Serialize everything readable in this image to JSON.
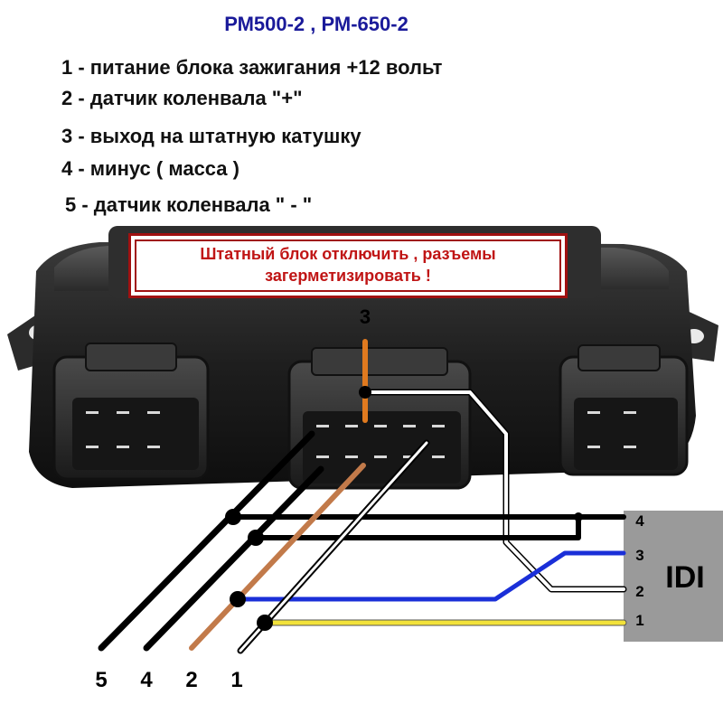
{
  "title": "РМ500-2 , РМ-650-2",
  "legend": [
    "1 - питание блока зажигания +12 вольт",
    "2 - датчик коленвала \"+\"",
    "3 - выход на штатную катушку",
    "4 - минус ( масса )",
    "5 - датчик коленвала \" - \""
  ],
  "warning": {
    "line1": "Штатный блок отключить , разъемы",
    "line2": "загерметизировать !"
  },
  "top_pin_label": "3",
  "idi": {
    "label": "IDI",
    "pins": [
      "4",
      "3",
      "2",
      "1"
    ]
  },
  "bottom_labels": [
    "5",
    "4",
    "2",
    "1"
  ],
  "colors": {
    "title": "#1a1a9a",
    "warning_text": "#c01515",
    "warning_border": "#a01010",
    "wire_orange": "#e07a1f",
    "wire_brown": "#c27a4a",
    "wire_blue": "#1a2fd8",
    "wire_yellow": "#f2e23a",
    "wire_black": "#000000",
    "wire_white": "#ffffff",
    "idi_box": "#9a9a9a"
  }
}
